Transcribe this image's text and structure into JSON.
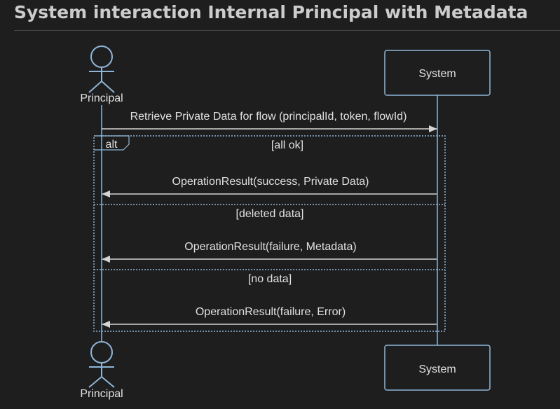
{
  "title": "System interaction Internal Principal with Metadata",
  "colors": {
    "background": "#1e1e1e",
    "lifeline": "#8fb6d8",
    "message": "#d4d4d4",
    "text": "#e0e0e0",
    "frame": "#8fb6d8"
  },
  "participants": {
    "principal": {
      "label": "Principal",
      "shape": "actor-icon"
    },
    "system": {
      "label": "System",
      "shape": "box"
    }
  },
  "messages": {
    "request": "Retrieve Private Data for flow (principalId, token, flowId)",
    "success": "OperationResult(success, Private Data)",
    "deleted": "OperationResult(failure, Metadata)",
    "nodata": "OperationResult(failure, Error)"
  },
  "alt_frame": {
    "keyword": "alt",
    "conditions": [
      "[all ok]",
      "[deleted data]",
      "[no data]"
    ]
  }
}
